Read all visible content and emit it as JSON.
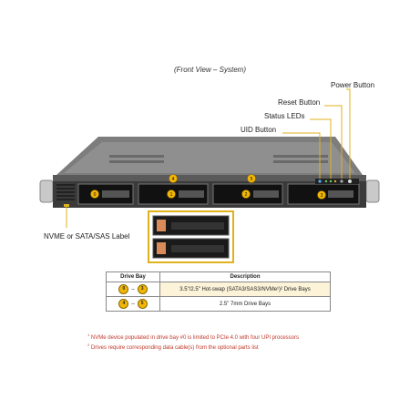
{
  "caption": "(Front View – System)",
  "callouts": {
    "power_button": "Power Button",
    "reset_button": "Reset Button",
    "status_leds": "Status LEDs",
    "uid_button": "UID Button",
    "label": "NVME or SATA/SAS Label"
  },
  "bay_badges": {
    "bay0": "0",
    "bay1": "1",
    "bay2": "2",
    "bay3": "3",
    "bay4": "4",
    "bay5": "5"
  },
  "table": {
    "headers": [
      "Drive Bay",
      "Description"
    ],
    "rows": [
      {
        "from": "0",
        "to": "3",
        "description": "3.5\"/2.5\" Hot-swap (SATA3/SAS3/NVMe¹)² Drive Bays"
      },
      {
        "from": "4",
        "to": "5",
        "description": "2.5\" 7mm Drive Bays"
      }
    ]
  },
  "notes": {
    "note1_mark": "1",
    "note1": "NVMe device populated in drive bay #0 is limited to PCIe 4.0 with four UPI processors",
    "note2_mark": "2",
    "note2": "Drives require corresponding data cable(s) from the optional parts list"
  },
  "colors": {
    "badge": "#f2b705",
    "highlight": "#e0b21b",
    "chassis": "#8c8c8c",
    "note_text": "#c0392b"
  }
}
